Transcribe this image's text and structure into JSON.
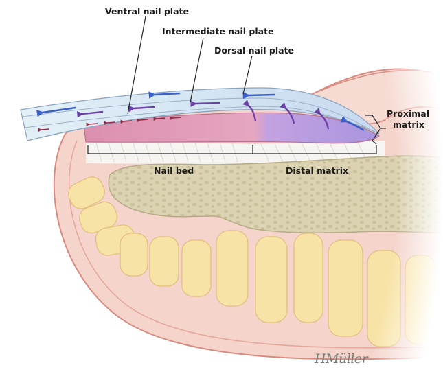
{
  "labels": {
    "ventral": "Ventral nail plate",
    "intermediate": "Intermediate nail plate",
    "dorsal": "Dorsal nail plate",
    "proximal_line1": "Proximal",
    "proximal_line2": "matrix",
    "nail_bed": "Nail bed",
    "distal_matrix": "Distal matrix"
  },
  "signature": "HMüller",
  "colors": {
    "skin_outer": "#f3cfc6",
    "skin_edge": "#d98a7f",
    "bone": "#dcd3b4",
    "bone_spots": "#c7bd98",
    "fat_lobules": "#f8e3a6",
    "fat_outline": "#e3c27e",
    "nail_plate": "#dbe9f3",
    "nail_bed_pink": "#e6a2bb",
    "matrix_purple": "#b49ad8",
    "arrow_blue": "#3b5fc9",
    "arrow_purple": "#6d3fa8",
    "arrow_dark_red": "#8f2b45"
  }
}
